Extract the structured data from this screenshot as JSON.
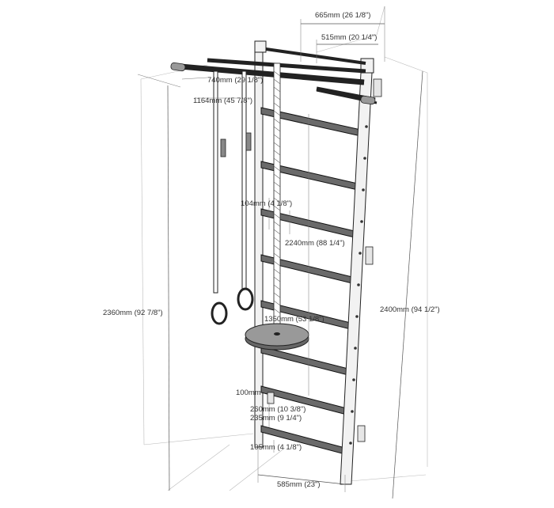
{
  "dimensions": {
    "top_width": "665mm (26 1/8\")",
    "inner_width": "515mm (20 1/4\")",
    "bar_offset": "740mm (29 1/8\")",
    "bar_length": "1164mm (45 7/8\")",
    "rope_length": "2240mm (88 1/4\")",
    "ring_spacing": "104mm (4 1/8\")",
    "seat_width": "1350mm (53 1/8\")",
    "total_height_left": "2360mm (92 7/8\")",
    "total_height_right": "2400mm (94 1/2\")",
    "bottom_clearance": "100mm",
    "rung_spacing_a": "260mm (10 3/8\")",
    "rung_spacing_b": "235mm (9 1/4\")",
    "bottom_rung": "105mm (4 1/8\")",
    "base_width": "585mm (23\")"
  },
  "colors": {
    "frame": "#f2f2f2",
    "rung": "#6a6a6a",
    "seat": "#999999",
    "outline": "#222222"
  }
}
